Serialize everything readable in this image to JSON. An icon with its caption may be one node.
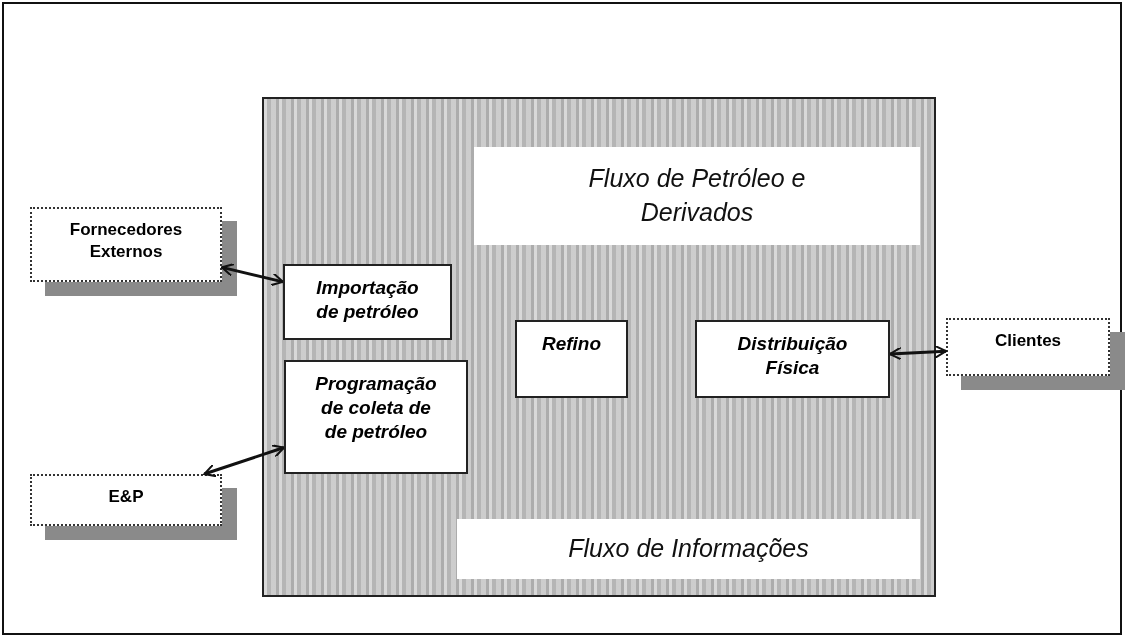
{
  "diagram": {
    "nodes": [
      {
        "text": [],
        "shape": "box"
      },
      {
        "text": [
          "Fluxo de Petróleo e Derivados"
        ],
        "in": 0
      },
      {
        "text": [
          "Fornecedores Externos"
        ]
      },
      {
        "text": [
          "Importação de petróleo"
        ],
        "in": 0
      },
      {
        "text": [
          "Refino"
        ],
        "in": 0
      },
      {
        "text": [
          "Distribuição Física"
        ],
        "in": 0
      },
      {
        "text": [
          "Clientes"
        ]
      },
      {
        "text": [
          "Programação de coleta de de petróleo"
        ],
        "in": 0
      },
      {
        "text": [
          "E&P"
        ]
      },
      {
        "text": [
          "Fluxo de Informações"
        ],
        "in": 0
      }
    ],
    "edges": [
      {
        "from": 2,
        "to": 3,
        "arrow": "both"
      },
      {
        "from": 5,
        "to": 6,
        "arrow": "both"
      },
      {
        "from": 7,
        "to": 8,
        "arrow": "both"
      }
    ]
  }
}
